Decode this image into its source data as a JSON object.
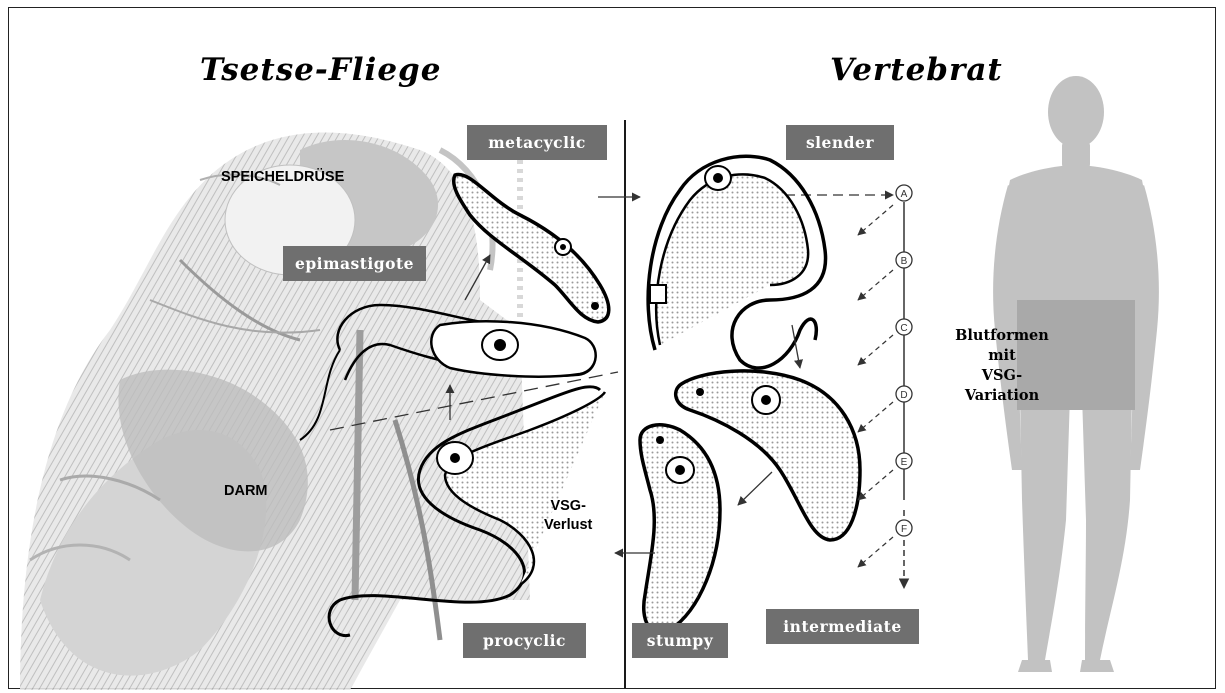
{
  "headings": {
    "left": "Tsetse-Fliege",
    "right": "Vertebrat"
  },
  "tags": {
    "metacyclic": "metacyclic",
    "slender": "slender",
    "epimastigote": "epimastigote",
    "procyclic": "procyclic",
    "stumpy": "stumpy",
    "intermediate": "intermediate"
  },
  "labels": {
    "speicheldruese": "SPEICHELDRÜSE",
    "darm": "DARM",
    "vsg_verlust_1": "VSG-",
    "vsg_verlust_2": "Verlust",
    "blut_1": "Blutformen",
    "blut_2": "mit",
    "blut_3": "VSG-",
    "blut_4": "Variation"
  },
  "variants": [
    "A",
    "B",
    "C",
    "D",
    "E",
    "F"
  ],
  "colors": {
    "tag_bg": "#6f6f6f",
    "human": "#bdbdbd",
    "shorts": "#a9a9a9",
    "fly_tone": "#cfcfcf"
  }
}
